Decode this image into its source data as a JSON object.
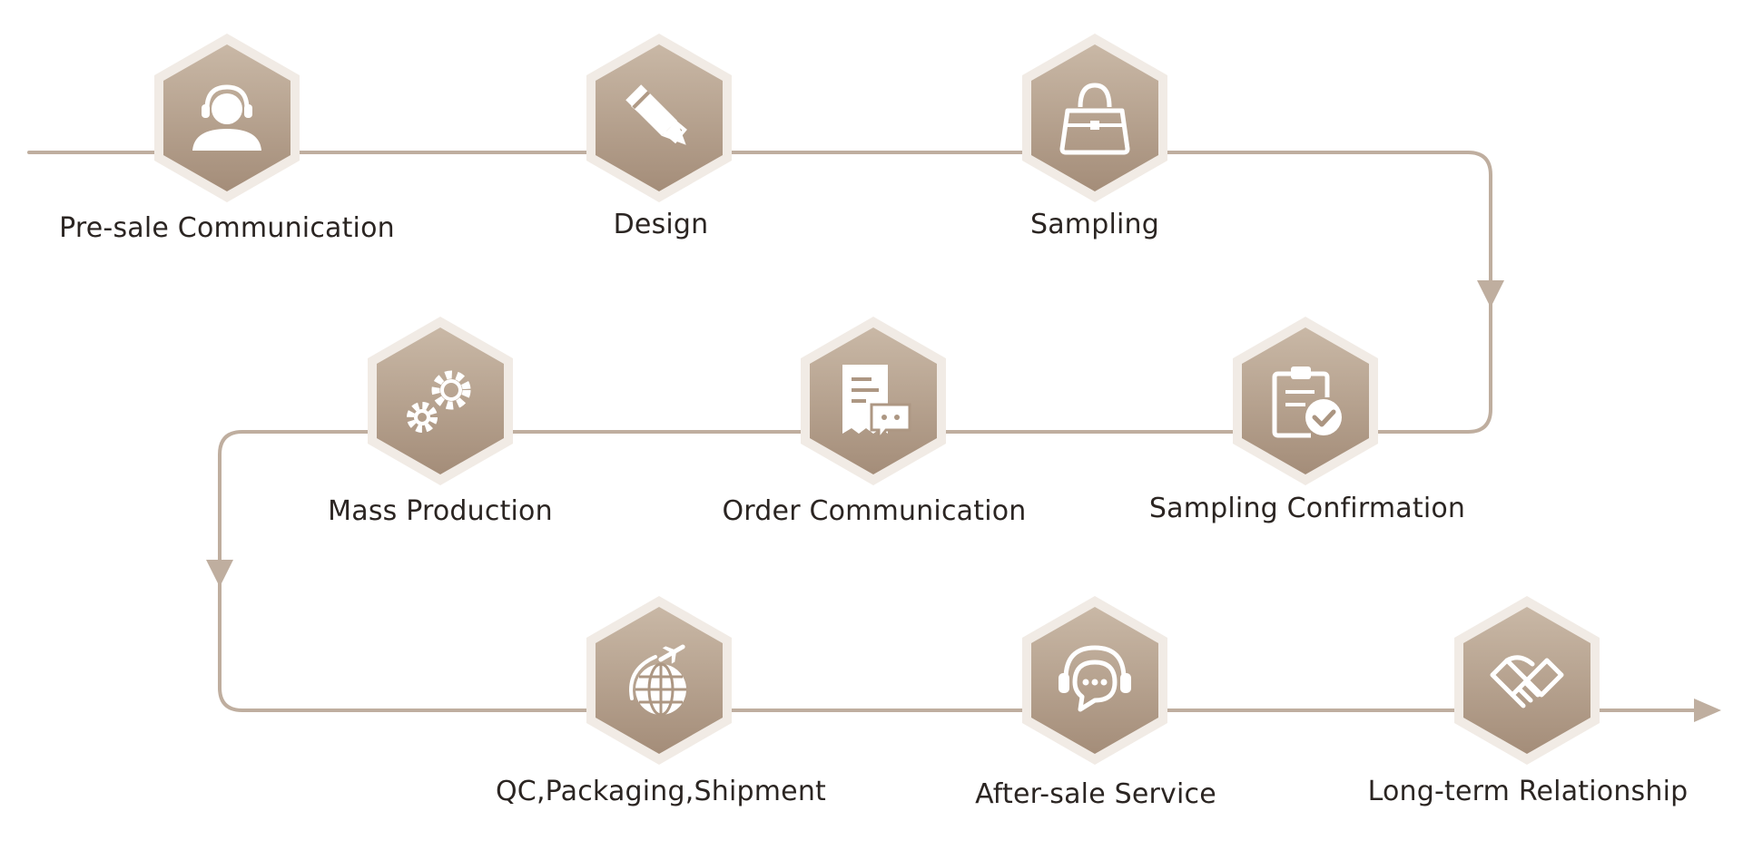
{
  "colors": {
    "line": "#bfae9f",
    "hex_light": "#c7b5a2",
    "hex_dark": "#a68f7b",
    "hex_ring": "#f1ebe5",
    "icon": "#ffffff",
    "text": "#2b2522"
  },
  "steps": [
    {
      "label": "Pre-sale Communication",
      "icon": "customer-service-person-icon"
    },
    {
      "label": "Design",
      "icon": "design-pencil-ruler-icon"
    },
    {
      "label": "Sampling",
      "icon": "handbag-icon"
    },
    {
      "label": "Sampling Confirmation",
      "icon": "clipboard-check-icon"
    },
    {
      "label": "Order Communication",
      "icon": "document-chat-icon"
    },
    {
      "label": "Mass Production",
      "icon": "gears-icon"
    },
    {
      "label": "QC,Packaging,Shipment",
      "icon": "globe-airplane-icon"
    },
    {
      "label": "After-sale Service",
      "icon": "headset-chat-icon"
    },
    {
      "label": "Long-term Relationship",
      "icon": "handshake-icon"
    }
  ]
}
